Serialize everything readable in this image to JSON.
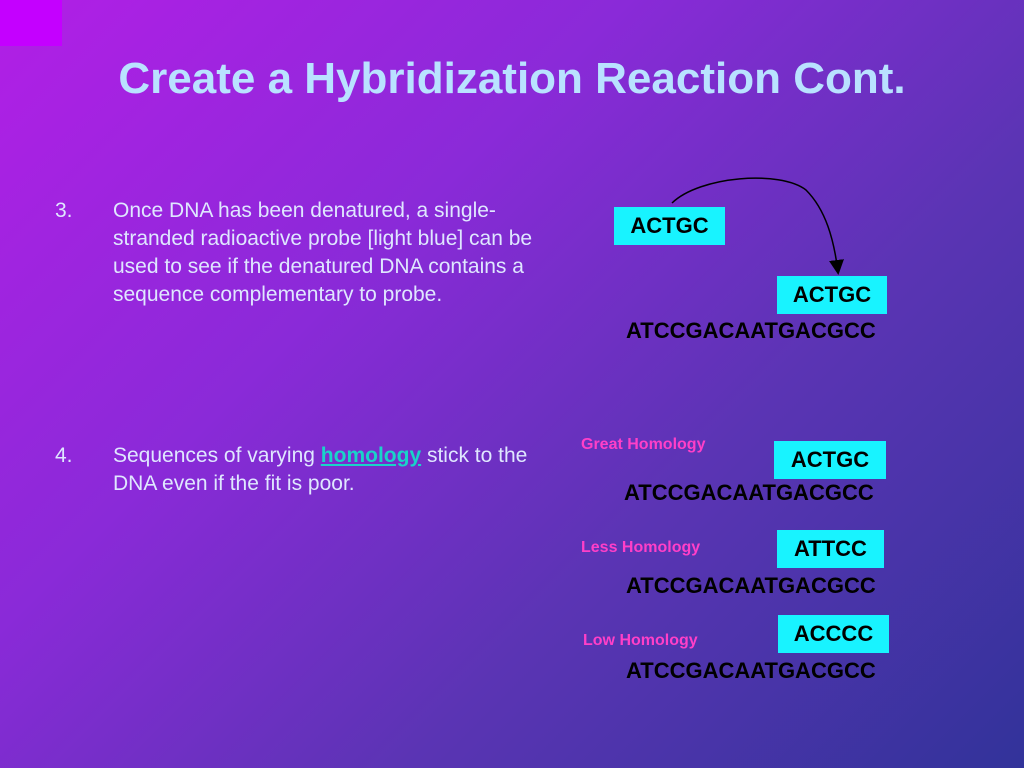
{
  "title": "Create a Hybridization Reaction Cont.",
  "bullet3": {
    "num": "3.",
    "text": "Once DNA has been denatured, a single-stranded radioactive probe [light blue] can be used to see if the denatured DNA contains a sequence complementary to probe."
  },
  "bullet4": {
    "num": "4.",
    "before": "Sequences of varying ",
    "link": "homology",
    "after": "  stick to the DNA even if the fit is poor."
  },
  "diagram": {
    "probe_top": "ACTGC",
    "probe_bound": "ACTGC",
    "strand": "ATCCGACAATGACGCC",
    "rows": [
      {
        "label": "Great Homology",
        "probe": "ACTGC",
        "strand": "ATCCGACAATGACGCC"
      },
      {
        "label": "Less  Homology",
        "probe": "ATTCC",
        "strand": "ATCCGACAATGACGCC"
      },
      {
        "label": "Low  Homology",
        "probe": "ACCCC",
        "strand": "ATCCGACAATGACGCC"
      }
    ]
  },
  "colors": {
    "probe": "#18f3ff",
    "label": "#ff3fc8",
    "title": "#b9e2ff",
    "link": "#19d3c9"
  }
}
